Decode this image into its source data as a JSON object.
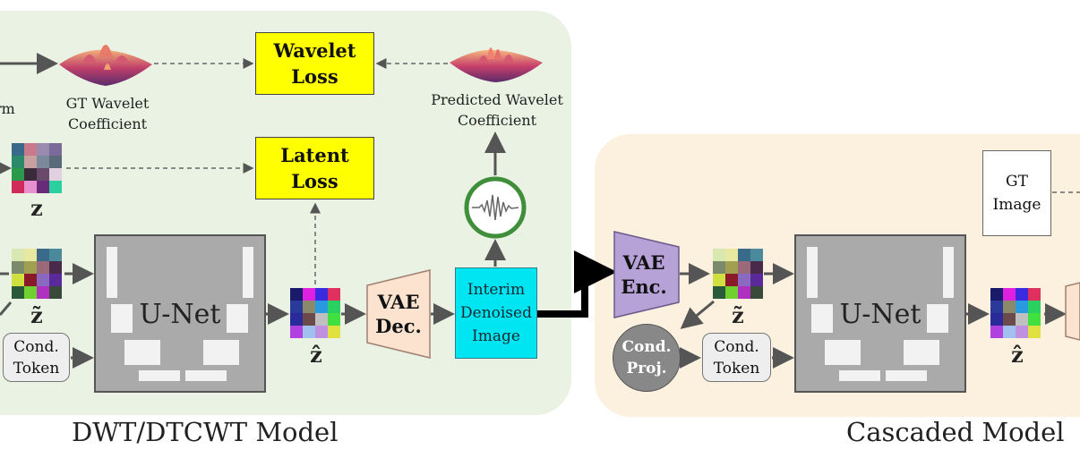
{
  "panels": {
    "left_caption": "DWT/DTCWT Model",
    "right_caption": "Cascaded Model"
  },
  "left": {
    "cropped_label": "rm",
    "gt_wavelet_label": "GT Wavelet\nCoefficient",
    "predicted_wavelet_label": "Predicted Wavelet\nCoefficient",
    "wavelet_loss": "Wavelet\nLoss",
    "latent_loss": "Latent\nLoss",
    "z_label": "z",
    "z_tilde_label": "z̃",
    "z_hat_label": "ẑ",
    "cond_token": "Cond.\nToken",
    "unet": "U-Net",
    "vae_dec": "VAE\nDec.",
    "interim": "Interim\nDenoised\nImage"
  },
  "right": {
    "gt_image": "GT\nImage",
    "vae_enc": "VAE\nEnc.",
    "z_tilde_label": "z̃",
    "z_hat_label": "ẑ",
    "cond_proj": "Cond.\nProj.",
    "cond_token": "Cond.\nToken",
    "unet": "U-Net"
  },
  "colors": {
    "left_panel": "#eaf2e4",
    "right_panel": "#fcf1df",
    "loss_box": "#ffff00",
    "interim_box": "#00e5f2",
    "vae_dec": "#fbe3d0",
    "vae_enc": "#b7a2d8",
    "wave_ring": "#3f8f3a"
  },
  "icons": [
    "gt-wavelet-surface-icon",
    "predicted-wavelet-surface-icon",
    "wavelet-signal-icon"
  ]
}
